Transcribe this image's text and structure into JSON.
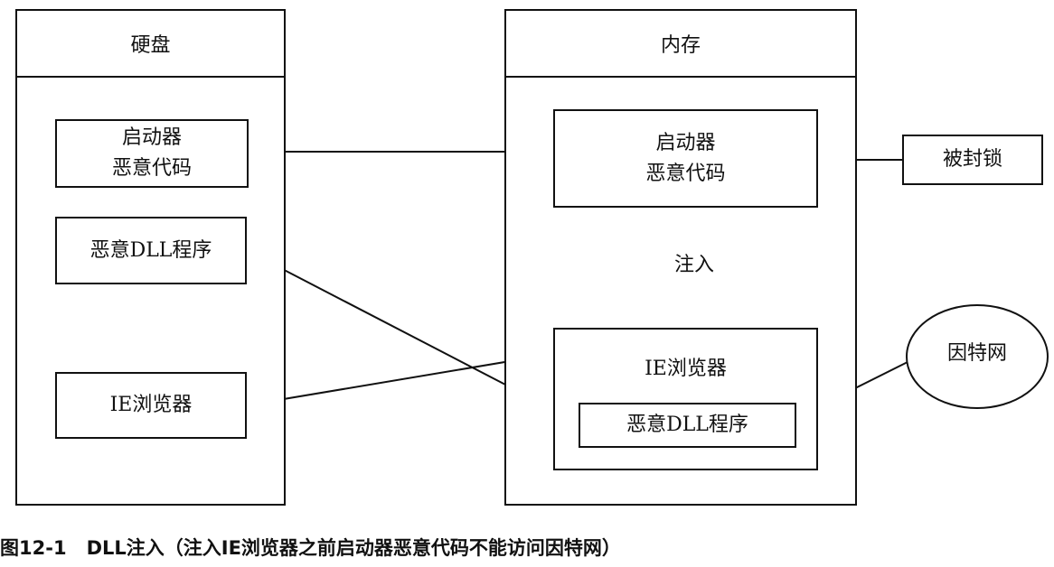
{
  "disk_panel": {
    "title": "硬盘",
    "launcher": {
      "line1": "启动器",
      "line2": "恶意代码"
    },
    "malicious_dll": "恶意DLL程序",
    "ie_browser": "IE浏览器"
  },
  "memory_panel": {
    "title": "内存",
    "launcher": {
      "line1": "启动器",
      "line2": "恶意代码"
    },
    "inject_arrow_label": "注入",
    "ie_browser": "IE浏览器",
    "malicious_dll": "恶意DLL程序"
  },
  "blocked_box": "被封锁",
  "internet_ellipse": "因特网",
  "caption": {
    "figure_number": "图12-1",
    "text": "DLL注入（注入IE浏览器之前启动器恶意代码不能访问因特网）"
  }
}
